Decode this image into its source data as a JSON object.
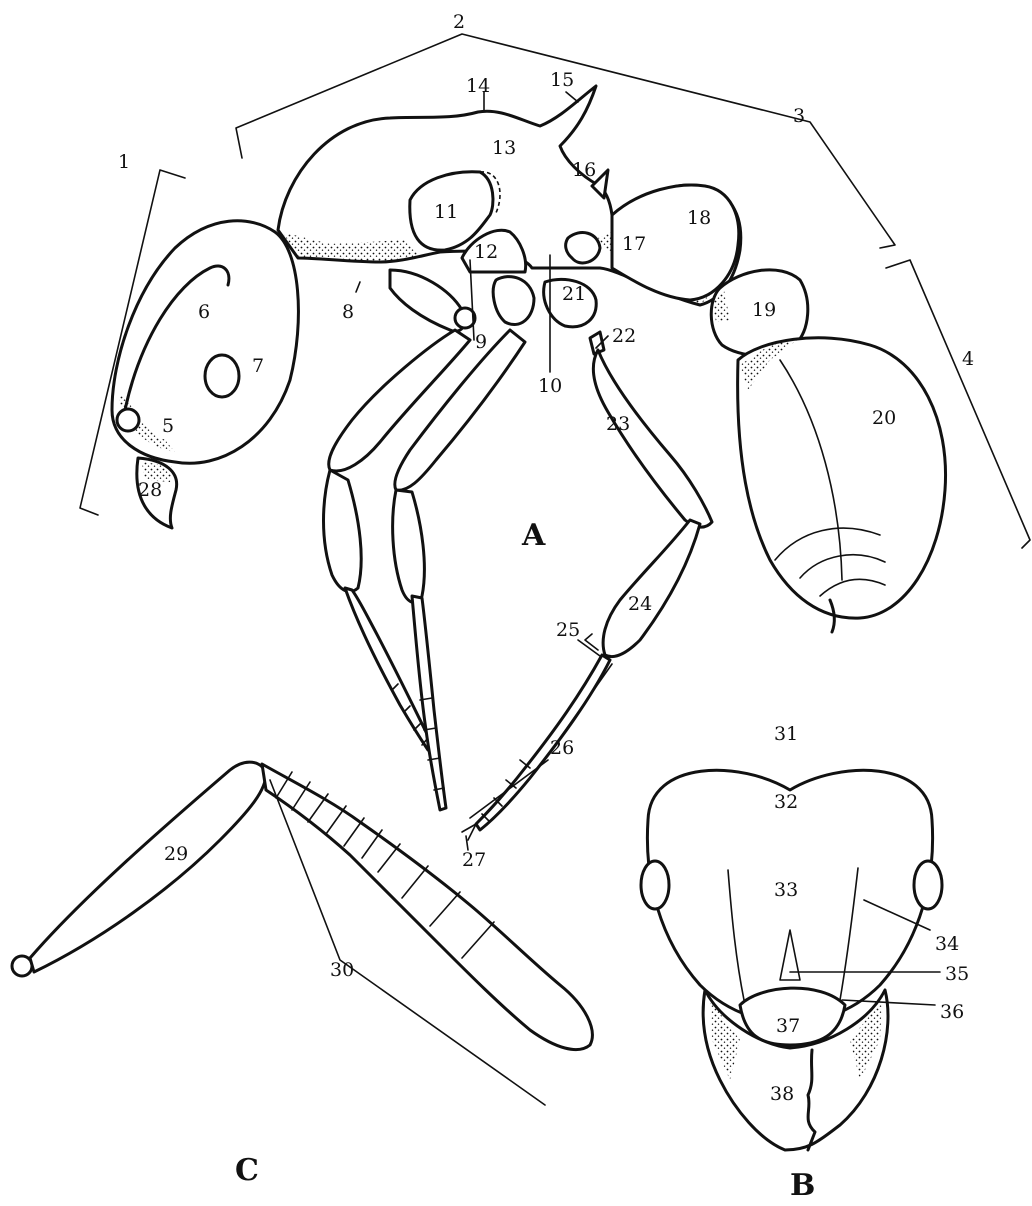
{
  "panels": {
    "a": "A",
    "b": "B",
    "c": "C"
  },
  "labels": {
    "n1": "1",
    "n2": "2",
    "n3": "3",
    "n4": "4",
    "n5": "5",
    "n6": "6",
    "n7": "7",
    "n8": "8",
    "n9": "9",
    "n10": "10",
    "n11": "11",
    "n12": "12",
    "n13": "13",
    "n14": "14",
    "n15": "15",
    "n16": "16",
    "n17": "17",
    "n18": "18",
    "n19": "19",
    "n20": "20",
    "n21": "21",
    "n22": "22",
    "n23": "23",
    "n24": "24",
    "n25": "25",
    "n26": "26",
    "n27": "27",
    "n28": "28",
    "n29": "29",
    "n30": "30",
    "n31": "31",
    "n32": "32",
    "n33": "33",
    "n34": "34",
    "n35": "35",
    "n36": "36",
    "n37": "37",
    "n38": "38"
  },
  "colors": {
    "ink": "#111111",
    "paper": "#ffffff"
  }
}
